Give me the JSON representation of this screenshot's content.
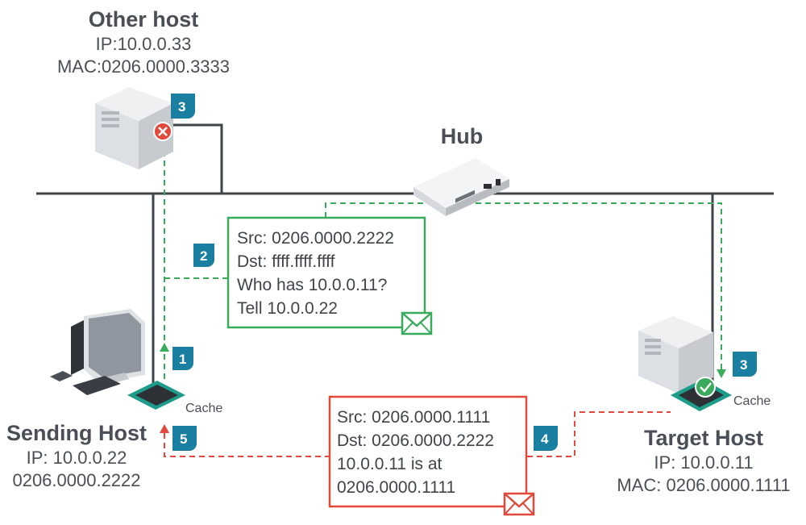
{
  "hosts": {
    "other": {
      "name": "Other host",
      "ip": "IP:10.0.0.33",
      "mac": "MAC:0206.0000.3333"
    },
    "sending": {
      "name": "Sending Host",
      "ip": "IP: 10.0.0.22",
      "mac": "0206.0000.2222"
    },
    "target": {
      "name": "Target Host",
      "ip": "IP: 10.0.0.11",
      "mac": "MAC: 0206.0000.1111"
    }
  },
  "hub": {
    "label": "Hub"
  },
  "cache_labels": {
    "sending": "Cache",
    "target": "Cache"
  },
  "request_box": {
    "lines": [
      "Src: 0206.0000.2222",
      "Dst: ffff.ffff.ffff",
      "Who has 10.0.0.11?",
      "Tell 10.0.0.22"
    ],
    "color": "#3aaa5c"
  },
  "reply_box": {
    "lines": [
      "Src: 0206.0000.1111",
      "Dst: 0206.0000.2222",
      "10.0.0.11 is at",
      "0206.0000.1111"
    ],
    "color": "#e2493b"
  },
  "steps": {
    "s1": "1",
    "s2": "2",
    "s3_other": "3",
    "s3_target": "3",
    "s4": "4",
    "s5": "5"
  },
  "colors": {
    "badge": "#1a7fa0",
    "wire": "#3f4449",
    "request_path": "#3aaa5c",
    "reply_path": "#e2493b",
    "chip": "#1e9c8a",
    "reject": "#e2493b",
    "accept": "#3aaa5c"
  }
}
